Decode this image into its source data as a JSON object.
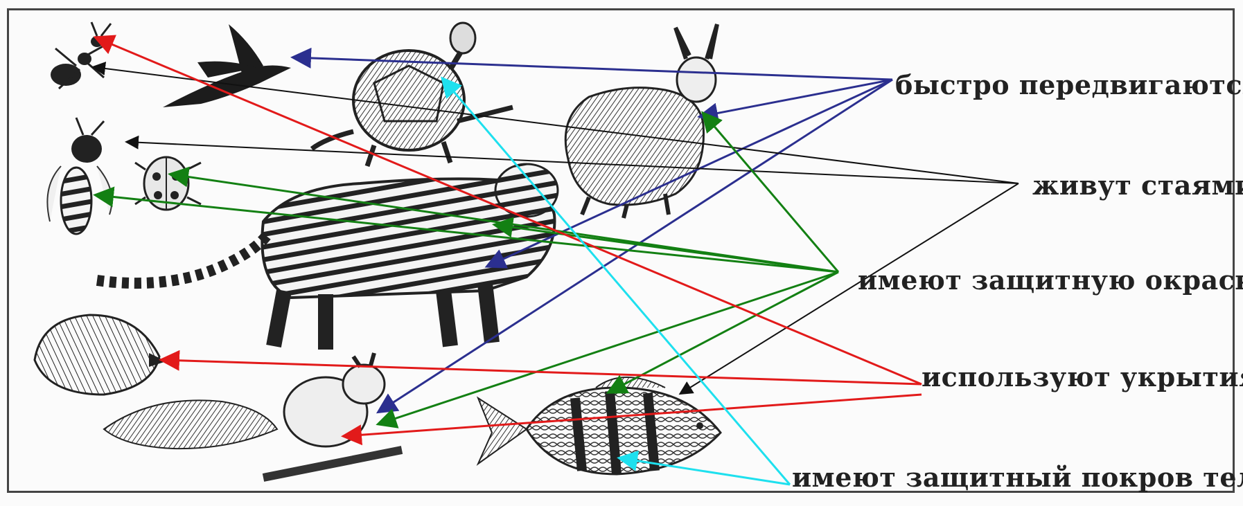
{
  "labels": {
    "fast": "быстро передвигаются",
    "flocks": "живут стаями",
    "camouflage": "имеют защитную окраску",
    "shelter": "используют укрытия",
    "cover": "имеют защитный покров тела"
  },
  "colors": {
    "fast": "#2b2f8f",
    "flocks": "#111111",
    "camouflage": "#138013",
    "shelter": "#e21a1a",
    "cover": "#1ee0ee"
  },
  "animals": [
    "ant",
    "swallow",
    "turtle",
    "hare",
    "bee",
    "ladybug",
    "tiger",
    "hedgehog",
    "squirrel",
    "fish"
  ]
}
